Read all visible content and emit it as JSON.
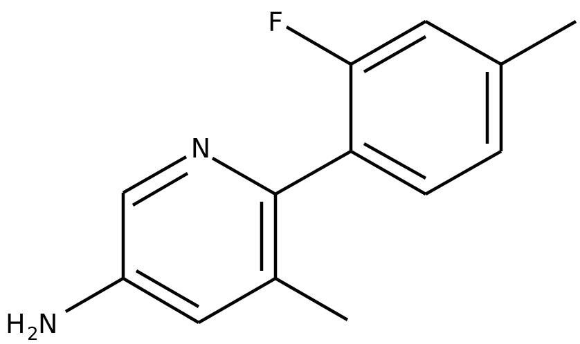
{
  "molecule": {
    "atoms": {
      "nitrogen": "N",
      "fluorine": "F",
      "amine_h": "H",
      "amine_h_count": "2",
      "amine_n": "N"
    },
    "colors": {
      "bond": "#000000",
      "label": "#000000",
      "background": "#ffffff"
    }
  }
}
